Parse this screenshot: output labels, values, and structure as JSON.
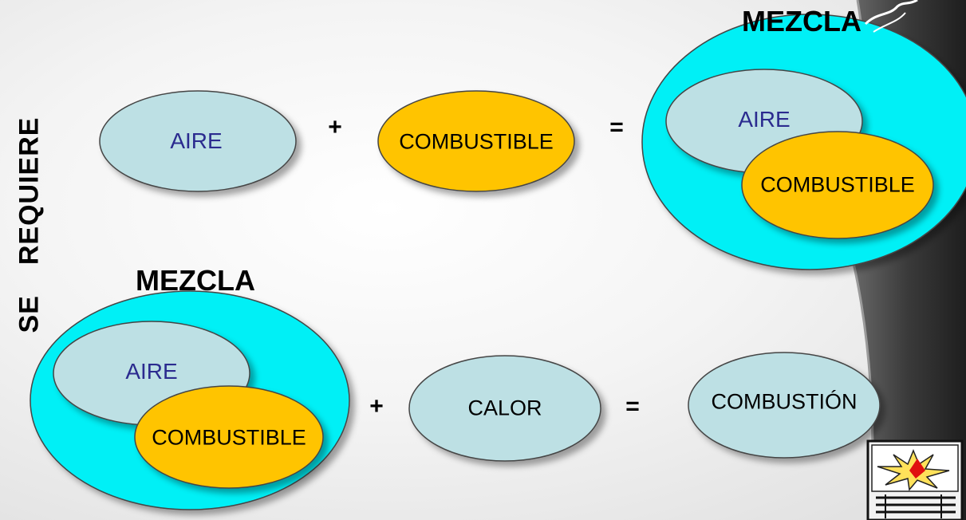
{
  "side_text": {
    "word1": "SE",
    "word2": "REQUIERE"
  },
  "row1": {
    "aire": "AIRE",
    "plus": "+",
    "combustible": "COMBUSTIBLE",
    "equals": "=",
    "mezcla_title": "MEZCLA",
    "mezcla_aire": "AIRE",
    "mezcla_combustible": "COMBUSTIBLE"
  },
  "row2": {
    "mezcla_title": "MEZCLA",
    "mezcla_aire": "AIRE",
    "mezcla_combustible": "COMBUSTIBLE",
    "plus": "+",
    "calor": "CALOR",
    "equals": "=",
    "result": "COMBUSTIÓN"
  },
  "colors": {
    "light_ellipse": "#bde0e4",
    "fuel_ellipse": "#ffc400",
    "mix_ellipse": "#00f0f6",
    "blue_text": "#2b2b8f",
    "dark_panel": "#3a3a3a"
  },
  "icons": {
    "corner_art": "explosion-clipart-icon"
  }
}
